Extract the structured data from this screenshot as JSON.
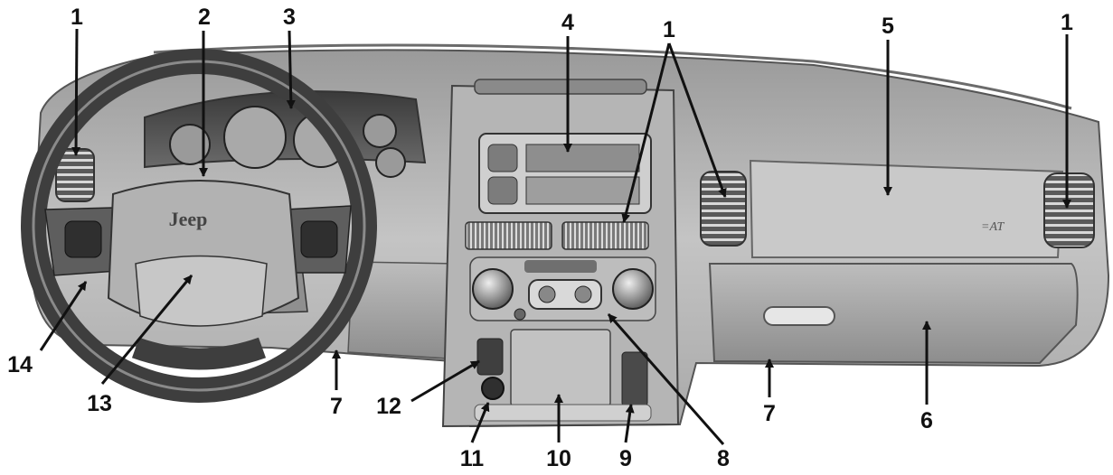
{
  "figure": {
    "logo_text": "Jeep",
    "callouts": [
      {
        "id": "c1-left",
        "label": "1"
      },
      {
        "id": "c2",
        "label": "2"
      },
      {
        "id": "c3",
        "label": "3"
      },
      {
        "id": "c4",
        "label": "4"
      },
      {
        "id": "c1-center",
        "label": "1"
      },
      {
        "id": "c5",
        "label": "5"
      },
      {
        "id": "c1-right",
        "label": "1"
      },
      {
        "id": "c14",
        "label": "14"
      },
      {
        "id": "c13",
        "label": "13"
      },
      {
        "id": "c7-left",
        "label": "7"
      },
      {
        "id": "c12",
        "label": "12"
      },
      {
        "id": "c11",
        "label": "11"
      },
      {
        "id": "c10",
        "label": "10"
      },
      {
        "id": "c9",
        "label": "9"
      },
      {
        "id": "c8",
        "label": "8"
      },
      {
        "id": "c7-right",
        "label": "7"
      },
      {
        "id": "c6",
        "label": "6"
      }
    ]
  }
}
